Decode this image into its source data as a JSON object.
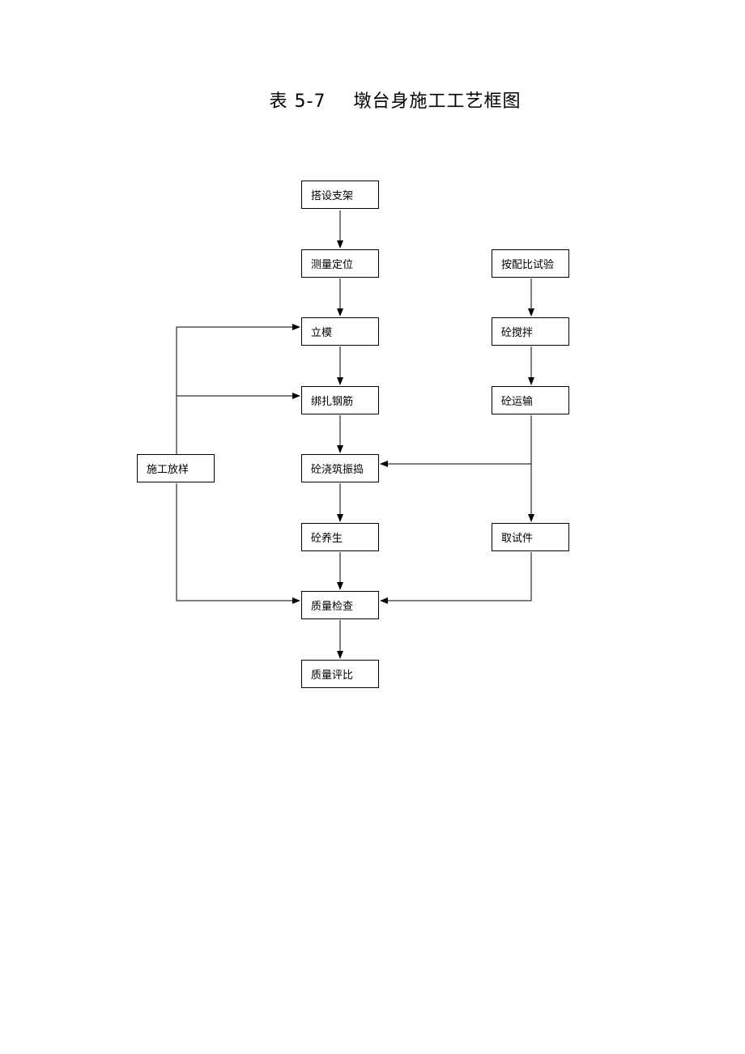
{
  "title": {
    "table_no": "表 5-7",
    "name": "墩台身施工工艺框图"
  },
  "nodes": {
    "scaffold": "搭设支架",
    "survey": "测量定位",
    "formwork": "立模",
    "rebar": "绑扎钢筋",
    "pour": "砼浇筑振捣",
    "cure": "砼养生",
    "inspect": "质量检查",
    "evaluate": "质量评比",
    "mix_test": "按配比试验",
    "mixing": "砼搅拌",
    "transport": "砼运输",
    "specimen": "取试件",
    "layout": "施工放样"
  },
  "edges": [
    [
      "scaffold",
      "survey"
    ],
    [
      "survey",
      "formwork"
    ],
    [
      "formwork",
      "rebar"
    ],
    [
      "rebar",
      "pour"
    ],
    [
      "pour",
      "cure"
    ],
    [
      "cure",
      "inspect"
    ],
    [
      "inspect",
      "evaluate"
    ],
    [
      "mix_test",
      "mixing"
    ],
    [
      "mixing",
      "transport"
    ],
    [
      "transport",
      "pour"
    ],
    [
      "transport",
      "specimen"
    ],
    [
      "specimen",
      "inspect"
    ],
    [
      "layout",
      "formwork"
    ],
    [
      "layout",
      "rebar"
    ],
    [
      "layout",
      "inspect"
    ]
  ]
}
